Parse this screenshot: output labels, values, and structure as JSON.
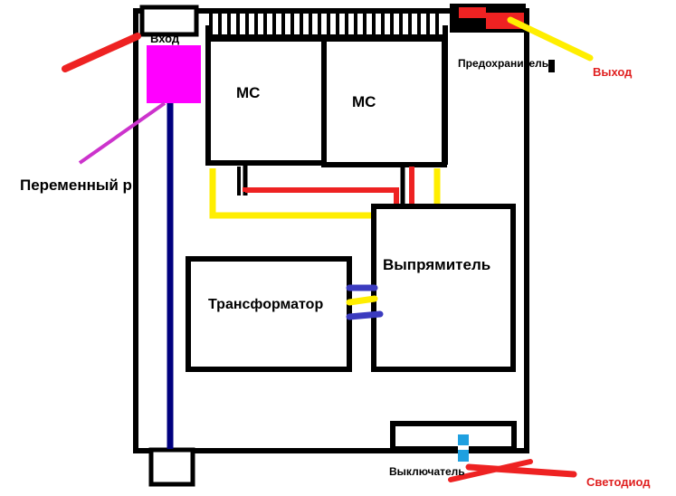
{
  "labels": {
    "input": "Вход",
    "mc1": "МС",
    "mc2": "МС",
    "fuse": "Предохранитель",
    "output": "Выход",
    "variable_resistor": "Переменный р.",
    "rectifier": "Выпрямитель",
    "transformer": "Трансформатор",
    "switch": "Выключатель",
    "led": "Светодиод"
  },
  "colors": {
    "outline": "#000000",
    "pot": "#ff00ff",
    "pot_lead": "#cc33cc",
    "blue_wire": "#00007f",
    "red": "#ee2222",
    "yellow": "#ffee00",
    "purple_blue": "#3b3bbf",
    "led_blue": "#1fa0e0",
    "text_red": "#e02020"
  },
  "icons": {
    "heatsink": "heatsink-fins",
    "switch": "slide-switch",
    "led": "led-indicator"
  }
}
